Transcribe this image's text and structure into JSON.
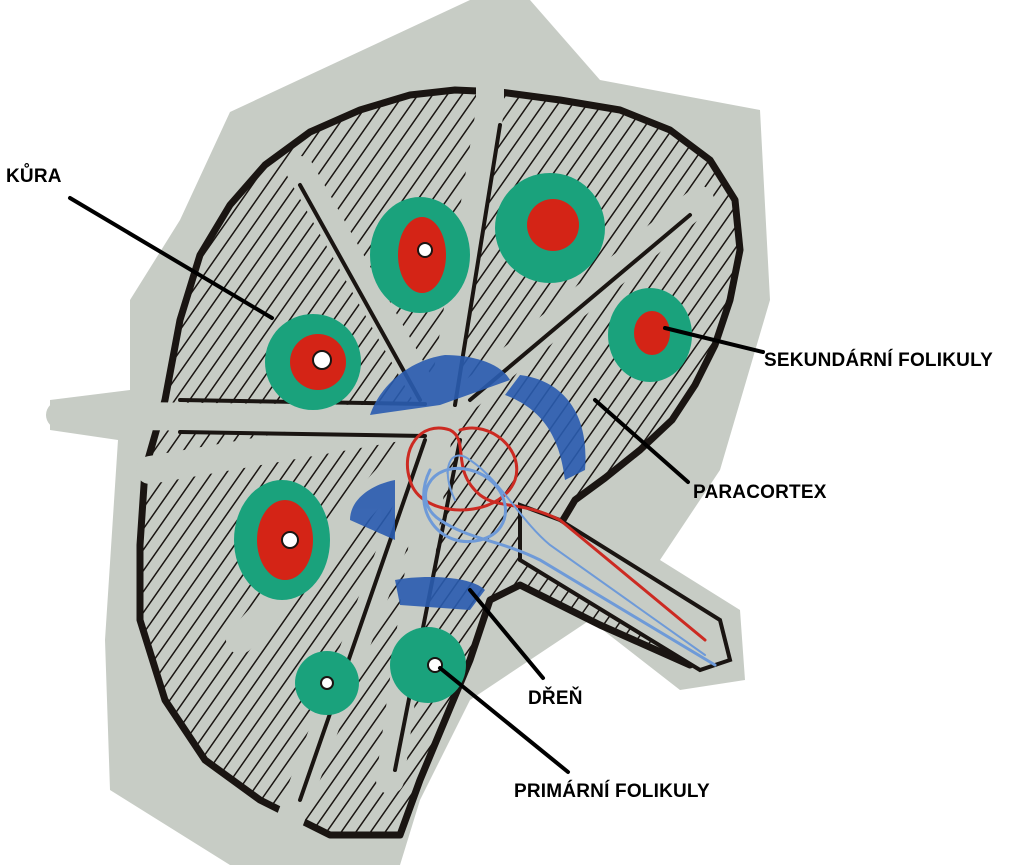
{
  "labels": {
    "kura": "KŮRA",
    "sekundarni": "SEKUNDÁRNÍ FOLIKULY",
    "paracortex": "PARACORTEX",
    "dren": "DŘEŇ",
    "primarni": "PRIMÁRNÍ FOLIKULY"
  },
  "colors": {
    "background": "#ffffff",
    "board": "#c7ccc5",
    "ink": "#1a1512",
    "follicle_green": "#1aa27c",
    "germinal_red": "#d42416",
    "medulla_blue": "#2a5cb0",
    "vessel_red": "#cc2a22",
    "vessel_blue": "#6e9ad8"
  }
}
